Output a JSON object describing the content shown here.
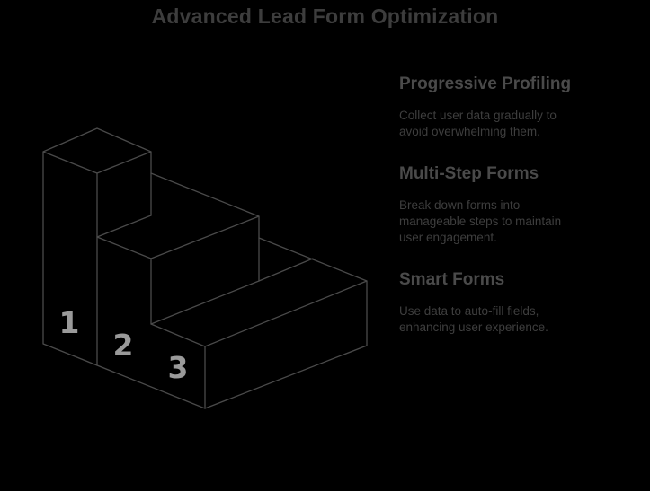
{
  "title": "Advanced Lead Form Optimization",
  "colors": {
    "background": "#000000",
    "title": "#3d3d3d",
    "heading": "#4a4a4a",
    "body": "#3e3e3e",
    "wireframe": "#4a4a4a",
    "step_number": "#9a9a9a"
  },
  "diagram": {
    "description": "isometric-three-step-staircase",
    "steps": [
      {
        "number": "1"
      },
      {
        "number": "2"
      },
      {
        "number": "3"
      }
    ]
  },
  "sections": [
    {
      "heading": "Progressive Profiling",
      "body_lines": [
        "Collect user data gradually to",
        "avoid overwhelming them."
      ]
    },
    {
      "heading": "Multi-Step Forms",
      "body_lines": [
        "Break down forms into",
        "manageable steps to maintain",
        "user engagement."
      ]
    },
    {
      "heading": "Smart Forms",
      "body_lines": [
        "Use data to auto-fill fields,",
        "enhancing user experience."
      ]
    }
  ]
}
